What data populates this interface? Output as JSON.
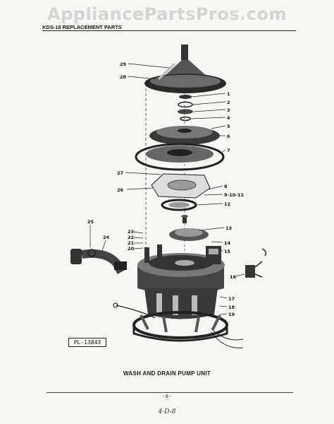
{
  "watermark": "AppliancePartsPros.com",
  "header": {
    "title": "KDS-18 REPLACEMENT PARTS"
  },
  "diagram": {
    "plate_number": "PL-13843",
    "caption": "WASH AND DRAIN PUMP UNIT",
    "callouts": {
      "c1": "1",
      "c2": "2",
      "c3": "3",
      "c4": "4",
      "c5": "5",
      "c6": "6",
      "c7": "7",
      "c8": "8",
      "c9": "9-10-11",
      "c12": "12",
      "c13": "13",
      "c14": "14",
      "c15": "15",
      "c16": "16",
      "c17": "17",
      "c18": "18",
      "c19": "19",
      "c20": "20",
      "c21": "21",
      "c22": "22",
      "c23": "23",
      "c24": "24",
      "c25": "25",
      "c26": "26",
      "c27": "27",
      "c28": "28",
      "c29": "29"
    }
  },
  "footer": {
    "page_number": "- 8 -",
    "handwritten_note": "4-D-8"
  },
  "colors": {
    "ink": "#1a1a1a",
    "paper": "#f7f6f2",
    "watermark": "#d4d4d4"
  }
}
